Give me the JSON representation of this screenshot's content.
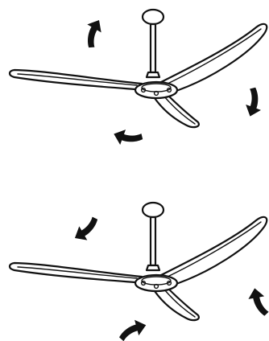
{
  "diagram": {
    "panels": [
      {
        "name": "fan-rotation-top",
        "arrows": [
          "rotation-arrow-upper-left",
          "rotation-arrow-right",
          "rotation-arrow-bottom"
        ]
      },
      {
        "name": "fan-rotation-bottom",
        "arrows": [
          "rotation-arrow-upper-left",
          "rotation-arrow-right",
          "rotation-arrow-bottom"
        ]
      }
    ],
    "colors": {
      "line": "#111111",
      "background": "#ffffff"
    }
  }
}
